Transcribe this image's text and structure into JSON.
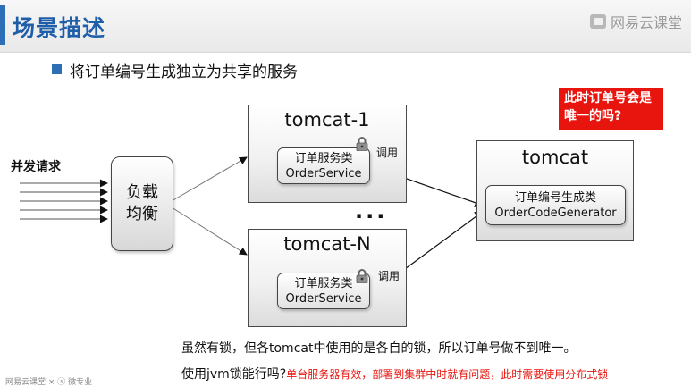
{
  "header": {
    "title": "场景描述",
    "brand": "网易云课堂"
  },
  "heading": "将订单编号生成独立为共享的服务",
  "question": "此时订单号会是唯一的吗?",
  "client": {
    "label": "并发请求"
  },
  "load_balancer": {
    "label": "负载均衡"
  },
  "server_top": {
    "title": "tomcat-1",
    "service_line1": "订单服务类",
    "service_line2": "OrderService",
    "call_label": "调用"
  },
  "server_bottom": {
    "title": "tomcat-N",
    "service_line1": "订单服务类",
    "service_line2": "OrderService",
    "call_label": "调用"
  },
  "ellipsis": "...",
  "shared_server": {
    "title": "tomcat",
    "service_line1": "订单编号生成类",
    "service_line2": "OrderCodeGenerator"
  },
  "notes": {
    "line1": "虽然有锁，但各tomcat中使用的是各自的锁，所以订单号做不到唯一。",
    "line2_prefix": "使用jvm锁能行吗?",
    "line2_red": "单台服务器有效，部署到集群中时就有问题，此时需要使用分布式锁"
  },
  "footer": "网易云课堂 × ⓢ 微专业",
  "colors": {
    "title": "#1f5fa9",
    "accent": "#2c6fb7",
    "alert": "#e8140e"
  },
  "icons": {
    "lock": "lock-icon",
    "brand": "brand-logo-icon",
    "bullet": "square-bullet-icon"
  }
}
